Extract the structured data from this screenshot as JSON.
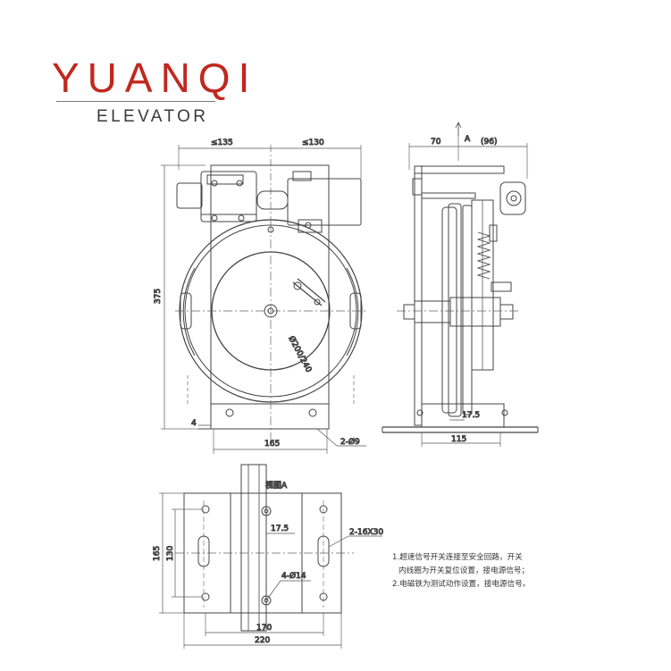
{
  "logo": {
    "top": "YUANQI",
    "bottom": "ELEVATOR",
    "top_color": "#c0281e"
  },
  "front_view": {
    "dim_left_width": "≤135",
    "dim_right_width": "≤130",
    "dim_height": "375",
    "dim_offset": "4",
    "dim_base_width": "165",
    "dim_holes": "2-Ø9",
    "dim_diameter": "Ø200/240"
  },
  "side_view": {
    "dim_top_left": "70",
    "dim_top_right": "(96)",
    "arrow_label": "A",
    "dim_flange": "17.5",
    "dim_base": "115"
  },
  "bottom_view": {
    "title": "视图A",
    "dim_slot": "17.5",
    "dim_slots": "2-16X30",
    "dim_holes": "4-Ø14",
    "dim_outer_height": "165",
    "dim_inner_height": "130",
    "dim_inner_width": "170",
    "dim_outer_width": "220"
  },
  "notes": {
    "line1": "1.超速信号开关连接至安全回路，开关",
    "line2": "内线圈为开关复位设置，接电源信号；",
    "line3": "2.电磁铁为测试动作设置，接电源信号。"
  }
}
